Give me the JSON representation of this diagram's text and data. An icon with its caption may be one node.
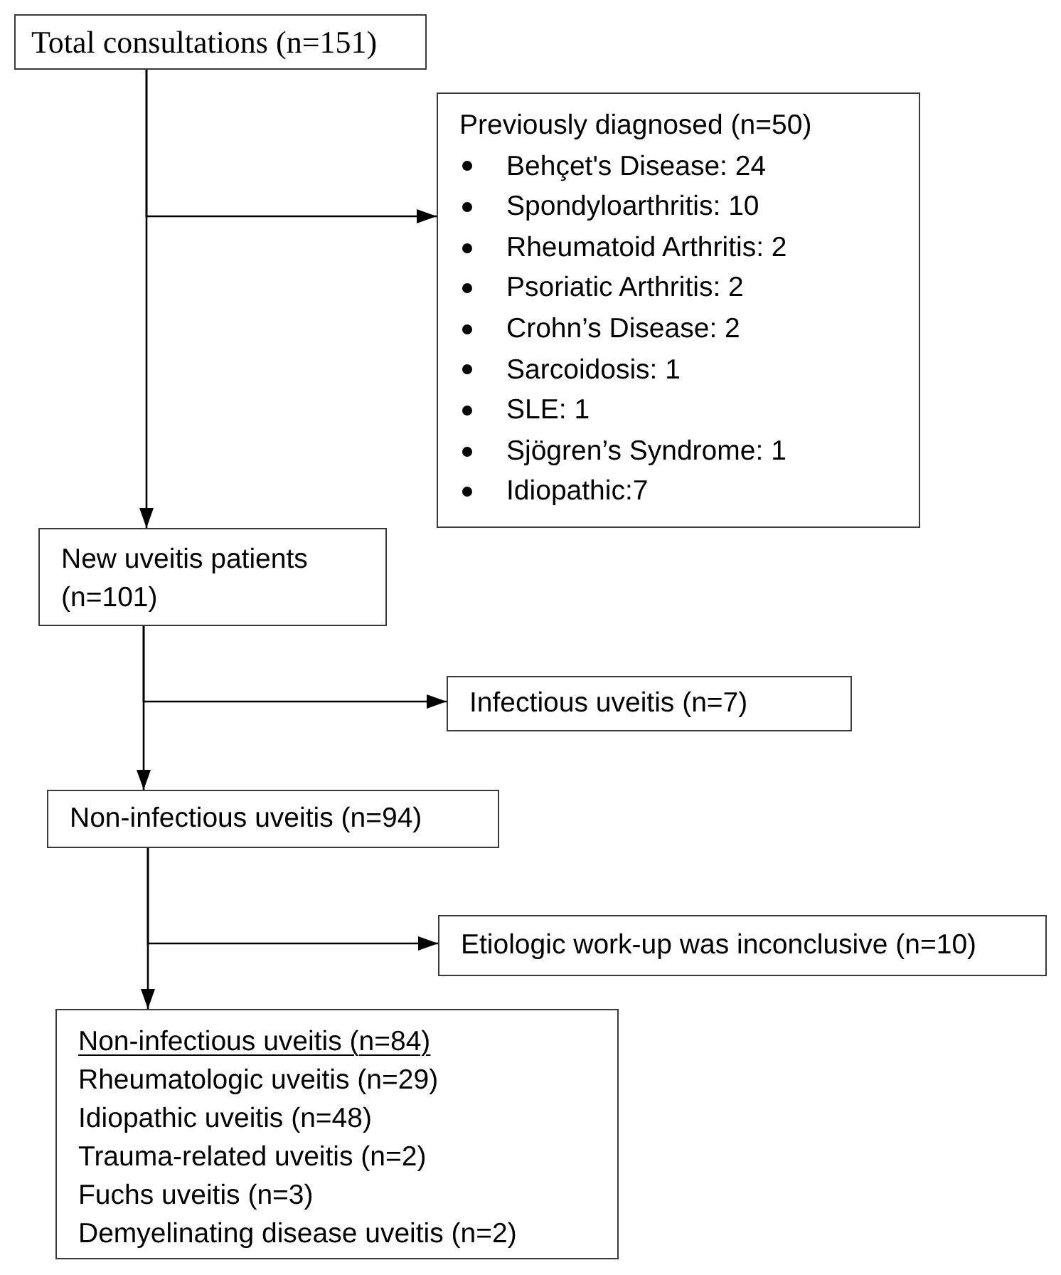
{
  "diagram": {
    "nodes": [
      {
        "text": [
          "Total consultations (n=151)"
        ]
      },
      {
        "text": [
          "Previously diagnosed (n=50)",
          "Behçet's Disease: 24",
          "Spondyloarthritis: 10",
          "Rheumatoid Arthritis: 2",
          "Psoriatic Arthritis: 2",
          "Crohn’s Disease: 2",
          "Sarcoidosis: 1",
          "SLE: 1",
          "Sjögren’s Syndrome: 1",
          "Idiopathic:7"
        ]
      },
      {
        "text": [
          "New uveitis patients (n=101)"
        ]
      },
      {
        "text": [
          "Infectious uveitis (n=7)"
        ]
      },
      {
        "text": [
          "Non-infectious uveitis (n=94)"
        ]
      },
      {
        "text": [
          "Etiologic work-up was inconclusive (n=10)"
        ]
      },
      {
        "text": [
          "Non-infectious uveitis (n=84)",
          "Rheumatologic uveitis (n=29)",
          "Idiopathic uveitis (n=48)",
          "Trauma-related uveitis (n=2)",
          "Fuchs uveitis (n=3)",
          "Demyelinating disease uveitis (n=2)"
        ]
      }
    ],
    "edges": [
      {
        "from": 0,
        "to": 1,
        "arrow": "to"
      },
      {
        "from": 0,
        "to": 2,
        "arrow": "to"
      },
      {
        "from": 2,
        "to": 3,
        "arrow": "to"
      },
      {
        "from": 2,
        "to": 4,
        "arrow": "to"
      },
      {
        "from": 4,
        "to": 5,
        "arrow": "to"
      },
      {
        "from": 4,
        "to": 6,
        "arrow": "to"
      }
    ]
  }
}
